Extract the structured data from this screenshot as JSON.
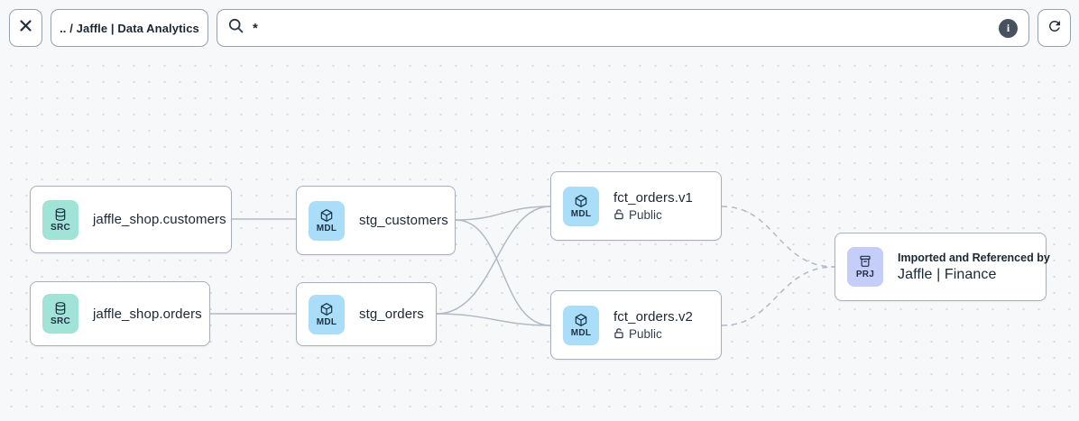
{
  "header": {
    "breadcrumb": ".. / Jaffle | Data Analytics",
    "search": {
      "value": "*",
      "icon": "magnifier-icon"
    },
    "close_icon": "close",
    "info_icon_label": "i",
    "refresh_icon": "refresh"
  },
  "colors": {
    "canvas_bg": "#F7F8FA",
    "dot": "#D5D8DD",
    "node_border": "#A8AFBB",
    "edge": "#B2B9C4",
    "src_badge_bg": "#A2E3D8",
    "mdl_badge_bg": "#A9DDF8",
    "prj_badge_bg": "#C5CEF9",
    "text": "#1B2733",
    "info_circle": "#47525F"
  },
  "nodes": [
    {
      "id": "jaffle_shop.customers",
      "type": "source",
      "badge": "SRC",
      "icon": "database",
      "title": "jaffle_shop.customers"
    },
    {
      "id": "jaffle_shop.orders",
      "type": "source",
      "badge": "SRC",
      "icon": "database",
      "title": "jaffle_shop.orders"
    },
    {
      "id": "stg_customers",
      "type": "model",
      "badge": "MDL",
      "icon": "cube",
      "title": "stg_customers"
    },
    {
      "id": "stg_orders",
      "type": "model",
      "badge": "MDL",
      "icon": "cube",
      "title": "stg_orders"
    },
    {
      "id": "fct_orders.v1",
      "type": "model",
      "badge": "MDL",
      "icon": "cube",
      "title": "fct_orders.v1",
      "visibility": "Public"
    },
    {
      "id": "fct_orders.v2",
      "type": "model",
      "badge": "MDL",
      "icon": "cube",
      "title": "fct_orders.v2",
      "visibility": "Public"
    },
    {
      "id": "jaffle_finance",
      "type": "project",
      "badge": "PRJ",
      "icon": "archive",
      "subtitle": "Imported and Referenced by",
      "title": "Jaffle | Finance"
    }
  ],
  "edges": [
    {
      "from": "jaffle_shop.customers",
      "to": "stg_customers",
      "style": "solid"
    },
    {
      "from": "jaffle_shop.orders",
      "to": "stg_orders",
      "style": "solid"
    },
    {
      "from": "stg_customers",
      "to": "fct_orders.v1",
      "style": "solid"
    },
    {
      "from": "stg_customers",
      "to": "fct_orders.v2",
      "style": "solid"
    },
    {
      "from": "stg_orders",
      "to": "fct_orders.v1",
      "style": "solid"
    },
    {
      "from": "stg_orders",
      "to": "fct_orders.v2",
      "style": "solid"
    },
    {
      "from": "fct_orders.v1",
      "to": "jaffle_finance",
      "style": "dashed"
    },
    {
      "from": "fct_orders.v2",
      "to": "jaffle_finance",
      "style": "dashed"
    }
  ]
}
